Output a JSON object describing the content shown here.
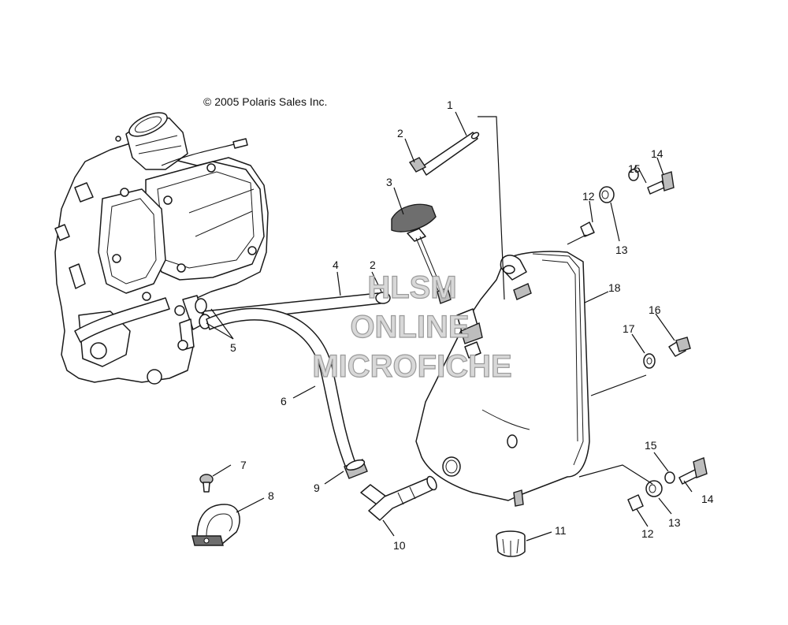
{
  "copyright": "© 2005 Polaris Sales Inc.",
  "watermark": [
    "HLSM",
    "ONLINE",
    "MICROFICHE"
  ],
  "callouts": {
    "c1": "1",
    "c2a": "2",
    "c2b": "2",
    "c3": "3",
    "c4": "4",
    "c5": "5",
    "c6": "6",
    "c7": "7",
    "c8": "8",
    "c9": "9",
    "c10": "10",
    "c11": "11",
    "c12a": "12",
    "c12b": "12",
    "c13a": "13",
    "c13b": "13",
    "c14a": "14",
    "c14b": "14",
    "c15a": "15",
    "c15b": "15",
    "c16": "16",
    "c17": "17",
    "c18": "18"
  },
  "colors": {
    "ink": "#111111",
    "shade": "#bdbdbd",
    "watermark": "#d8d8d8"
  }
}
